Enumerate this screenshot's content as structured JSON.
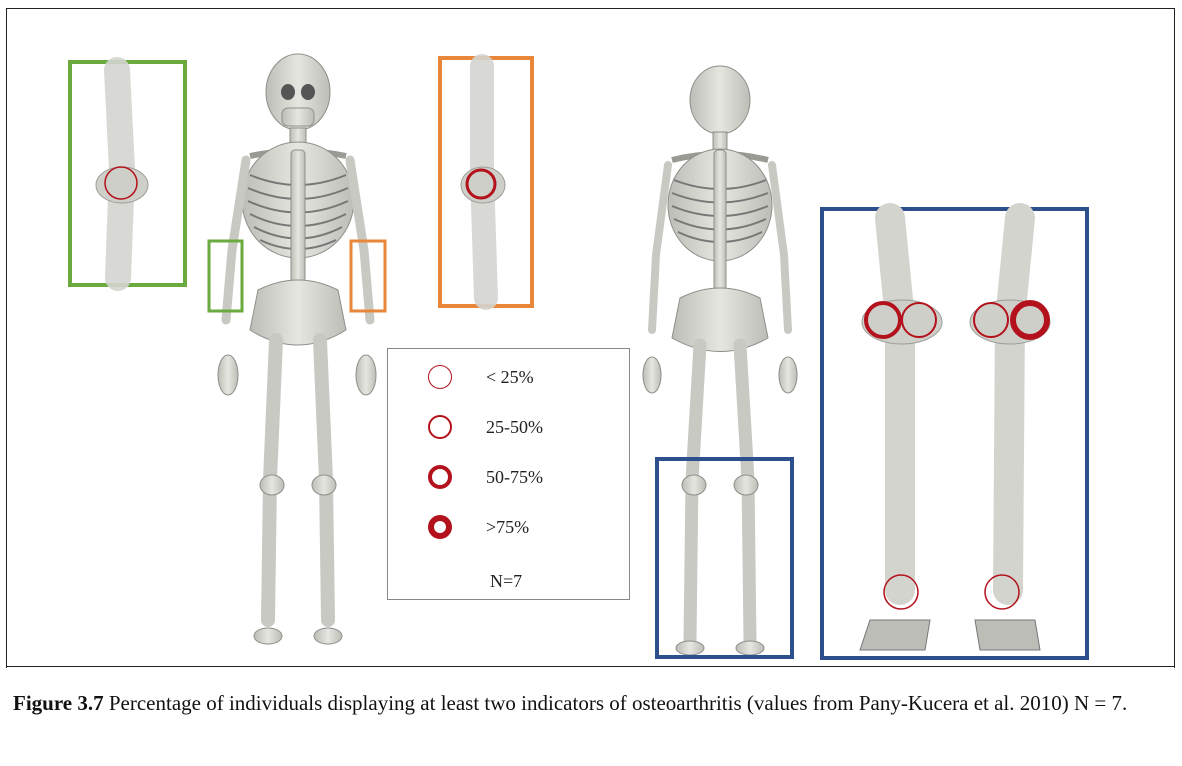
{
  "legend": {
    "items": [
      {
        "label": "< 25%",
        "weight": 1
      },
      {
        "label": "25-50%",
        "weight": 2
      },
      {
        "label": "50-75%",
        "weight": 3
      },
      {
        "label": ">75%",
        "weight": 4
      }
    ],
    "n_label": "N=7"
  },
  "caption": {
    "figure_label": "Figure 3.7",
    "text": " Percentage of individuals displaying at least two indicators of osteoarthritis (values from Pany-Kucera et al. 2010) N = 7."
  },
  "colors": {
    "ring": "#b3111b",
    "left_elbow_box": "#6aaa3f",
    "right_elbow_box": "#e8873a",
    "knee_ankle_box": "#2e4f8e",
    "bone": "#d9d9d4"
  }
}
